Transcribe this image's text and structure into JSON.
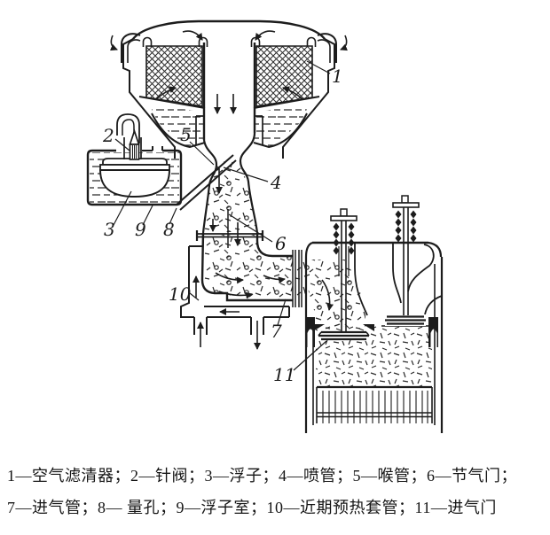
{
  "figure": {
    "caption_line1": "1—空气滤清器；2—针阀；3—浮子；4—喷管；5—喉管；6—节气门；",
    "caption_line2": "7—进气管；8— 量孔；9—浮子室；10—近期预热套管；11—进气门",
    "labels": {
      "l1": "1",
      "l2": "2",
      "l3": "3",
      "l4": "4",
      "l5": "5",
      "l6": "6",
      "l7": "7",
      "l8": "8",
      "l9": "9",
      "l10": "10",
      "l11": "11"
    },
    "legend": {
      "1": "空气滤清器",
      "2": "针阀",
      "3": "浮子",
      "4": "喷管",
      "5": "喉管",
      "6": "节气门",
      "7": "进气管",
      "8": "量孔",
      "9": "浮子室",
      "10": "近期预热套管",
      "11": "进气门"
    },
    "colors": {
      "line": "#1c1c1c",
      "background": "#ffffff"
    }
  }
}
